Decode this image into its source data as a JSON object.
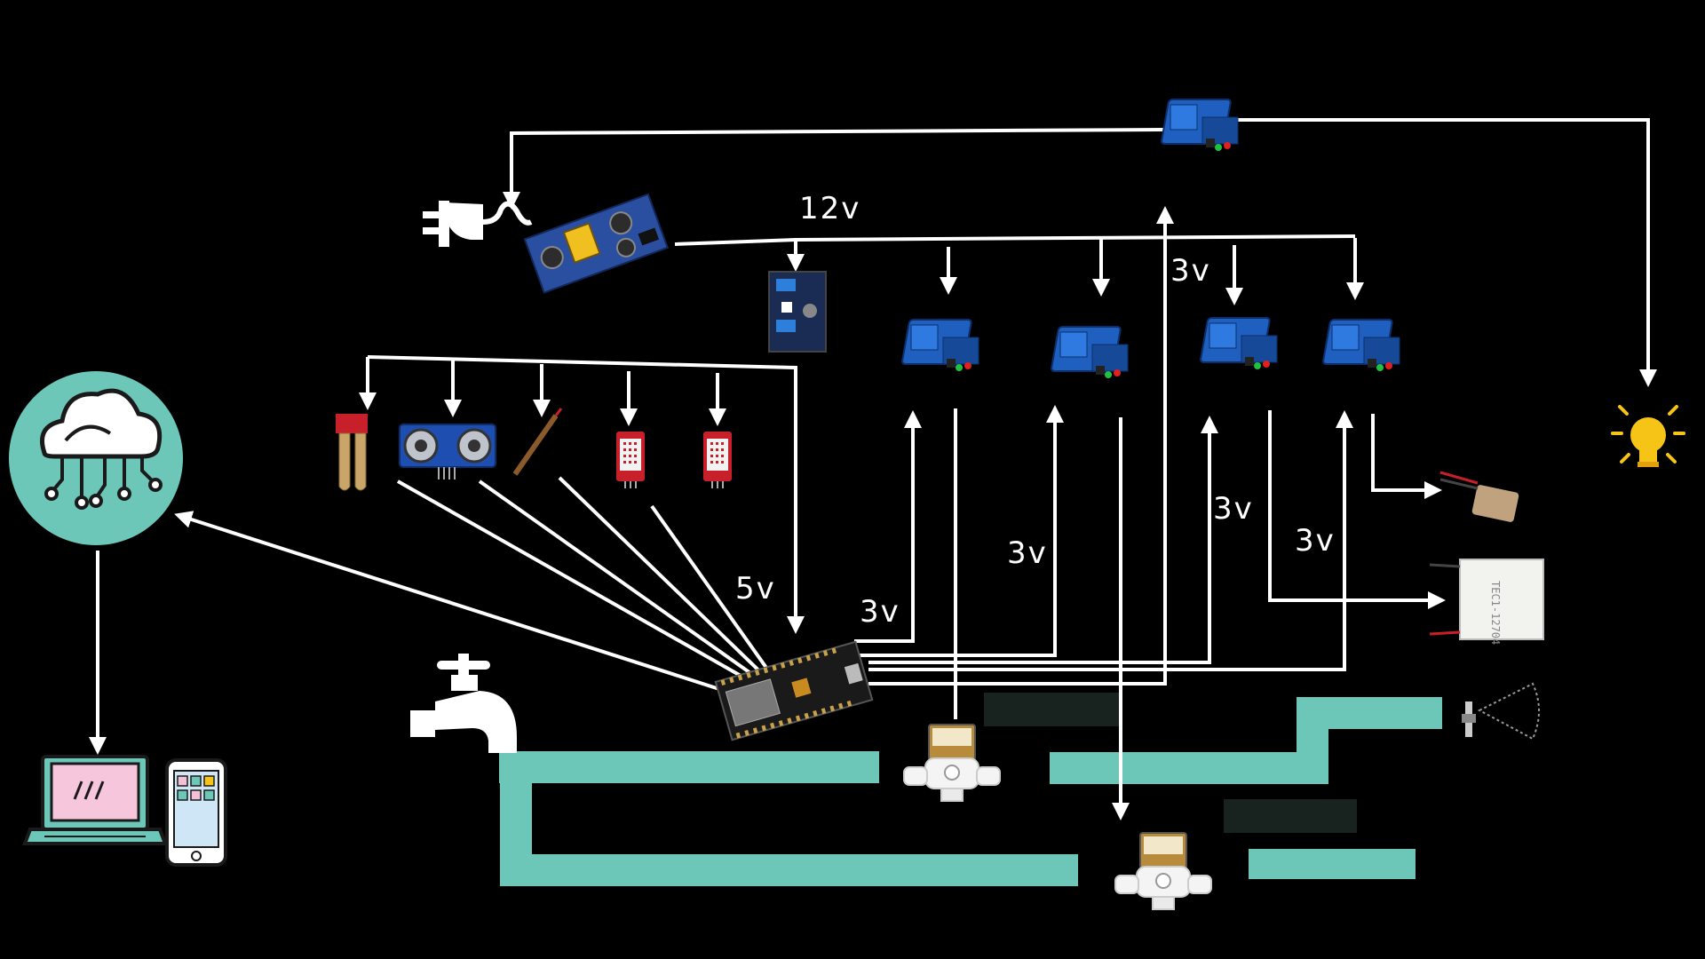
{
  "labels": {
    "supply_12v": "12v",
    "sensor_5v": "5v",
    "relay1_3v": "3v",
    "relay2_3v": "3v",
    "relay3_3v": "3v",
    "relay4_3v": "3v",
    "top_relay_3v": "3v"
  },
  "icons": {
    "cloud": "cloud-iot-icon",
    "laptop": "laptop-icon",
    "phone": "smartphone-icon",
    "plug": "power-plug-icon",
    "psu": "power-supply-module-icon",
    "buck": "buck-converter-icon",
    "relay": "relay-module-icon",
    "soil": "soil-moisture-sensor-icon",
    "ultrasonic": "ultrasonic-sensor-icon",
    "temp_probe": "temperature-probe-icon",
    "dht": "dht-sensor-icon",
    "mcu": "esp8266-nodemcu-icon",
    "tap": "water-tap-icon",
    "valve": "solenoid-valve-icon",
    "bulb": "light-bulb-icon",
    "heater": "heating-pad-icon",
    "peltier": "peltier-module-icon",
    "mist": "mist-sensor-icon"
  },
  "colors": {
    "background": "#000000",
    "wire": "#ffffff",
    "pipe": "#6cc7b9",
    "cloud_circle": "#6cc7b9",
    "relay_blue": "#1f5fbf",
    "sensor_red": "#c8202a",
    "bulb_yellow": "#f6c317"
  }
}
